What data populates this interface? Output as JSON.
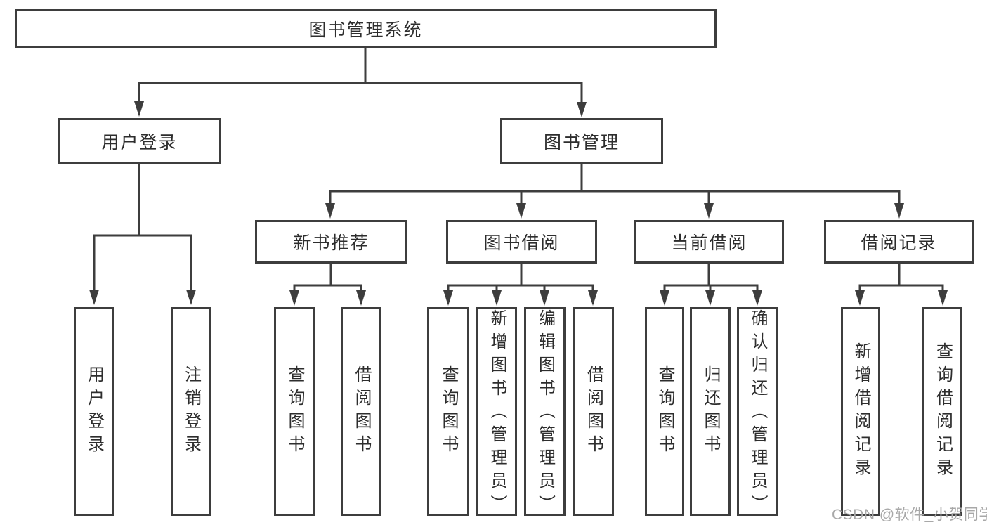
{
  "root": {
    "label": "图书管理系统"
  },
  "branches": [
    {
      "label": "用户登录",
      "children": [
        {
          "label": "用户登录"
        },
        {
          "label": "注销登录"
        }
      ]
    },
    {
      "label": "图书管理",
      "children": [
        {
          "label": "新书推荐",
          "children": [
            {
              "label": "查询图书"
            },
            {
              "label": "借阅图书"
            }
          ]
        },
        {
          "label": "图书借阅",
          "children": [
            {
              "label": "查询图书"
            },
            {
              "label": "新增图书（管理员）"
            },
            {
              "label": "编辑图书（管理员）"
            },
            {
              "label": "借阅图书"
            }
          ]
        },
        {
          "label": "当前借阅",
          "children": [
            {
              "label": "查询图书"
            },
            {
              "label": "归还图书"
            },
            {
              "label": "确认归还（管理员）"
            }
          ]
        },
        {
          "label": "借阅记录",
          "children": [
            {
              "label": "新增借阅记录"
            },
            {
              "label": "查询借阅记录"
            }
          ]
        }
      ]
    }
  ],
  "watermark": "CSDN @软件_小贺同学",
  "colors": {
    "line": "#3d3d3d",
    "text": "#2d2d2d",
    "watermark": "#a8a8a8",
    "background": "#ffffff"
  }
}
